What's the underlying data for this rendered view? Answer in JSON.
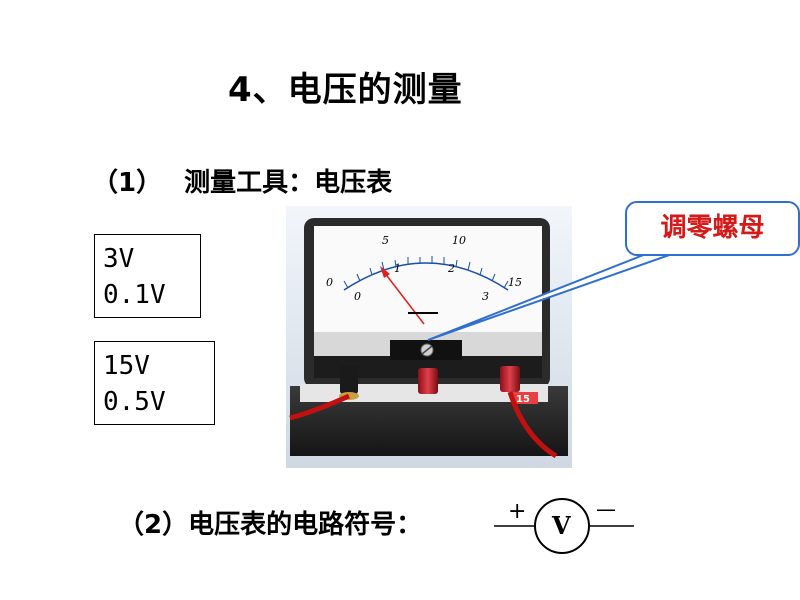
{
  "title": "4、电压的测量",
  "section1": {
    "label": "（1）",
    "text": "测量工具：电压表"
  },
  "range_small": {
    "range": "3V",
    "division": "0.1V"
  },
  "range_large": {
    "range": "15V",
    "division": "0.5V"
  },
  "callout": {
    "text": "调零螺母"
  },
  "meter": {
    "outer_scale": [
      "0",
      "5",
      "10",
      "15"
    ],
    "inner_scale": [
      "0",
      "1",
      "2",
      "3"
    ],
    "terminal_label": "15"
  },
  "section2": {
    "text": "（2）电压表的电路符号："
  },
  "symbol": {
    "plus": "+",
    "minus": "—",
    "letter": "V"
  },
  "colors": {
    "callout_border": "#2f6fd0",
    "callout_text": "#d51818",
    "needle": "#e02020",
    "scale": "#1a4fb0",
    "wire": "#c01010"
  }
}
